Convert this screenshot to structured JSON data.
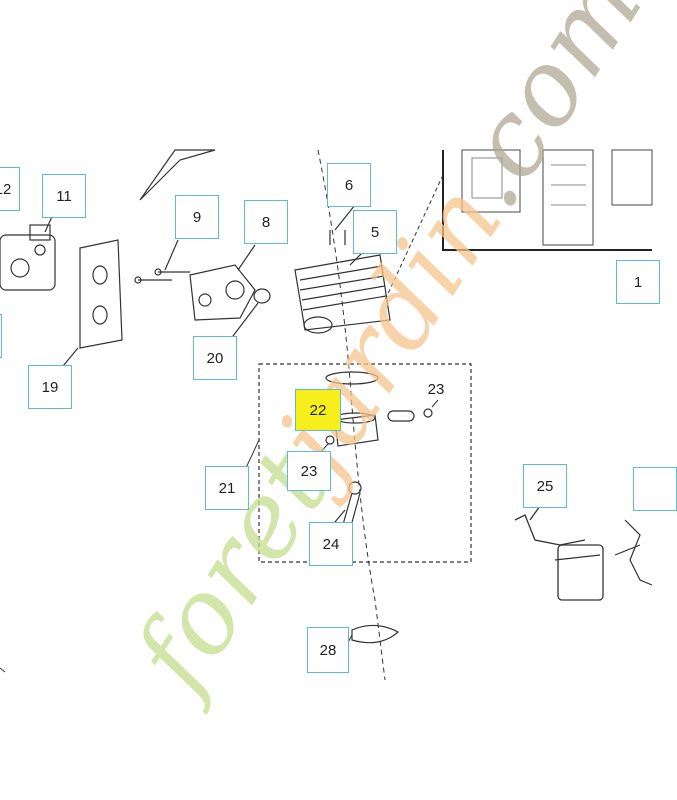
{
  "diagram": {
    "callouts": [
      "12",
      "11",
      "9",
      "8",
      "6",
      "5",
      "1",
      "19",
      "20",
      "22",
      "23",
      "23",
      "21",
      "24",
      "25",
      "28"
    ]
  },
  "watermark": {
    "part1": "foret",
    "part2": "jardin",
    "part3": ".com",
    "colors": {
      "green": "#c4de8c",
      "orange": "#f6c48c",
      "grey": "#b0a894"
    }
  },
  "colors": {
    "callout_border": "#5bbcd3",
    "highlight": "#f7ef1c",
    "line": "#333333"
  }
}
